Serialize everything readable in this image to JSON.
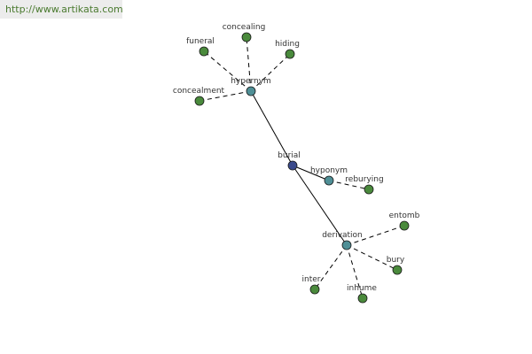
{
  "site_url": "http://www.artikata.com",
  "colors": {
    "center_node": "#3b4a8c",
    "relation_node": "#4f8f96",
    "word_node": "#4a8a3c"
  },
  "center": {
    "label": "burial"
  },
  "relations": [
    {
      "id": "hypernym",
      "label": "hypernym",
      "words": [
        "funeral",
        "concealing",
        "hiding",
        "concealment"
      ]
    },
    {
      "id": "hyponym",
      "label": "hyponym",
      "words": [
        "reburying"
      ]
    },
    {
      "id": "derivation",
      "label": "derivation",
      "words": [
        "entomb",
        "bury",
        "inter",
        "inhume"
      ]
    }
  ]
}
